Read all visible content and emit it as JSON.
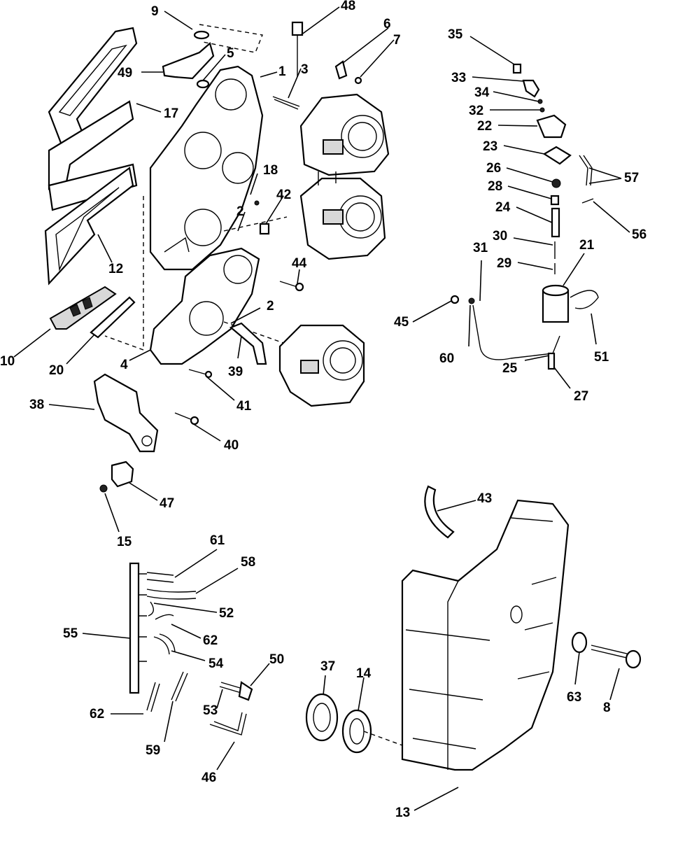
{
  "diagram": {
    "callouts": {
      "c1": "1",
      "c2a": "2",
      "c2b": "2",
      "c3": "3",
      "c4": "4",
      "c5": "5",
      "c6": "6",
      "c7": "7",
      "c8": "8",
      "c9": "9",
      "c10": "10",
      "c12": "12",
      "c13": "13",
      "c14": "14",
      "c15": "15",
      "c17": "17",
      "c18": "18",
      "c20": "20",
      "c21": "21",
      "c22": "22",
      "c23": "23",
      "c24": "24",
      "c25": "25",
      "c26": "26",
      "c27": "27",
      "c28": "28",
      "c29": "29",
      "c30": "30",
      "c31": "31",
      "c32": "32",
      "c33": "33",
      "c34": "34",
      "c35": "35",
      "c37": "37",
      "c38": "38",
      "c39": "39",
      "c40": "40",
      "c41": "41",
      "c42": "42",
      "c43": "43",
      "c44": "44",
      "c45": "45",
      "c46": "46",
      "c47": "47",
      "c48": "48",
      "c49": "49",
      "c50": "50",
      "c51": "51",
      "c52": "52",
      "c53": "53",
      "c54": "54",
      "c55": "55",
      "c56": "56",
      "c57": "57",
      "c58": "58",
      "c59": "59",
      "c60": "60",
      "c61": "61",
      "c62a": "62",
      "c62b": "62",
      "c63": "63"
    }
  }
}
